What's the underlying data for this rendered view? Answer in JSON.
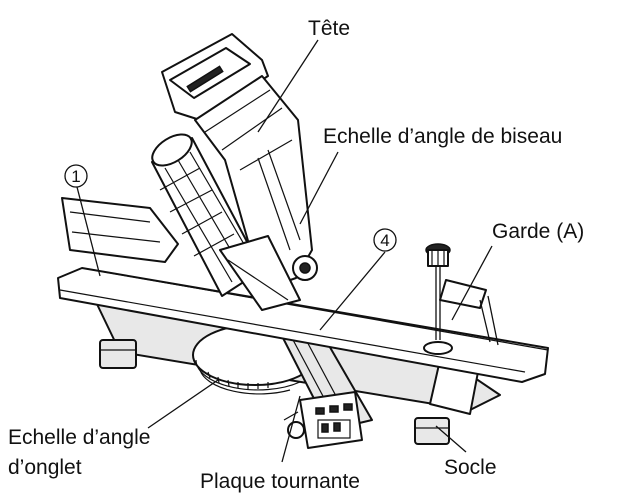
{
  "labels": {
    "head": "Tête",
    "bevel_scale": "Echelle d’angle de biseau",
    "guard": "Garde (A)",
    "miter_scale_line1": "Echelle d’angle",
    "miter_scale_line2": "d’onglet",
    "turntable": "Plaque tournante",
    "base": "Socle"
  },
  "callouts": {
    "fence_number": "1",
    "fence_bar_number": "4"
  }
}
